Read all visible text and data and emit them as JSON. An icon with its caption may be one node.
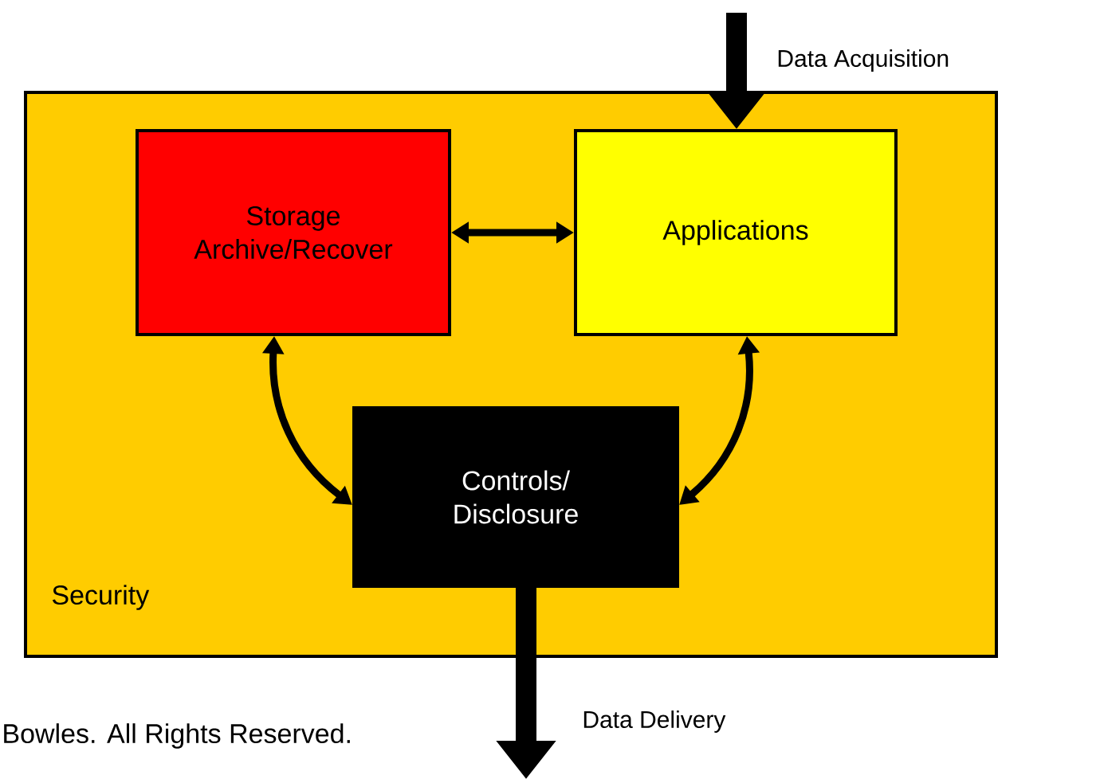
{
  "diagram": {
    "nodes": [
      {
        "text": [
          "Security"
        ]
      },
      {
        "text": [
          "Storage Archive/Recover"
        ],
        "in": 0
      },
      {
        "text": [
          "Applications"
        ],
        "in": 0
      },
      {
        "text": [
          "Controls/ Disclosure"
        ],
        "in": 0
      }
    ],
    "edges": [
      {
        "from": null,
        "to": 2,
        "arrow": "to",
        "label": "Data Acquisition",
        "style": "thick"
      },
      {
        "from": 1,
        "to": 2,
        "arrow": "both"
      },
      {
        "from": 1,
        "to": 3,
        "arrow": "both"
      },
      {
        "from": 2,
        "to": 3,
        "arrow": "both"
      },
      {
        "from": 3,
        "to": null,
        "arrow": "to",
        "label": "Data Delivery",
        "style": "thick"
      }
    ],
    "labels": [
      "Bowles.  All Rights Reserved."
    ]
  }
}
